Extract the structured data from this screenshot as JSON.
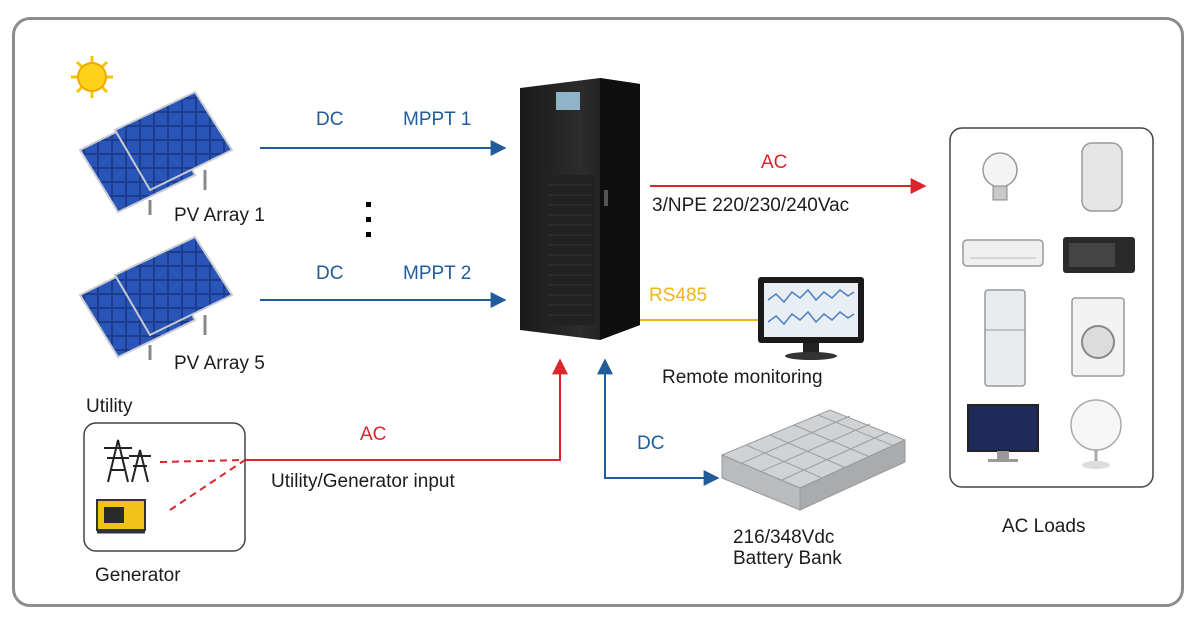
{
  "colors": {
    "dc": "#1f5c99",
    "ac": "#d9252b",
    "rs485": "#f0b41c",
    "frame": "#8c8c8c",
    "panel": "#1e3c8c"
  },
  "pv_array_1": {
    "label": "PV Array 1",
    "flow": "DC",
    "port": "MPPT 1"
  },
  "pv_array_5": {
    "label": "PV Array 5",
    "flow": "DC",
    "port": "MPPT 2"
  },
  "output": {
    "flow": "AC",
    "spec": "3/NPE 220/230/240Vac"
  },
  "comms": {
    "protocol": "RS485",
    "device_label": "Remote monitoring"
  },
  "grid": {
    "utility_label": "Utility",
    "generator_label": "Generator",
    "flow": "AC",
    "input_label": "Utility/Generator input"
  },
  "battery": {
    "flow": "DC",
    "line1": "216/348Vdc",
    "line2": "Battery Bank"
  },
  "loads": {
    "label": "AC Loads"
  },
  "icons": [
    "sun-icon",
    "solar-panel-icon",
    "inverter-cabinet-icon",
    "monitor-icon",
    "transmission-tower-icon",
    "generator-icon",
    "battery-bank-icon",
    "light-bulb-icon",
    "water-heater-icon",
    "air-conditioner-icon",
    "microwave-icon",
    "refrigerator-icon",
    "washing-machine-icon",
    "computer-icon",
    "fan-icon"
  ]
}
